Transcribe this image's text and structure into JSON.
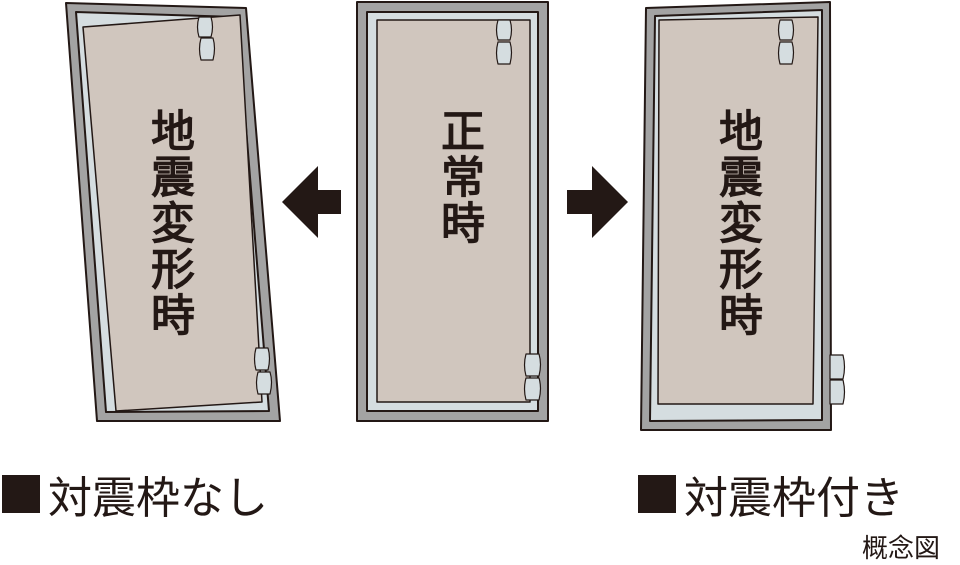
{
  "panels": {
    "left": {
      "label": "地震変形時"
    },
    "center": {
      "label": "正常時"
    },
    "right": {
      "label": "地震変形時"
    }
  },
  "captions": {
    "without": "対震枠なし",
    "with": "対震枠付き"
  },
  "note": "概念図",
  "colors": {
    "frame": "#a3a3a3",
    "inner": "#d5dde0",
    "door": "#d0c6be",
    "ink": "#231815"
  }
}
